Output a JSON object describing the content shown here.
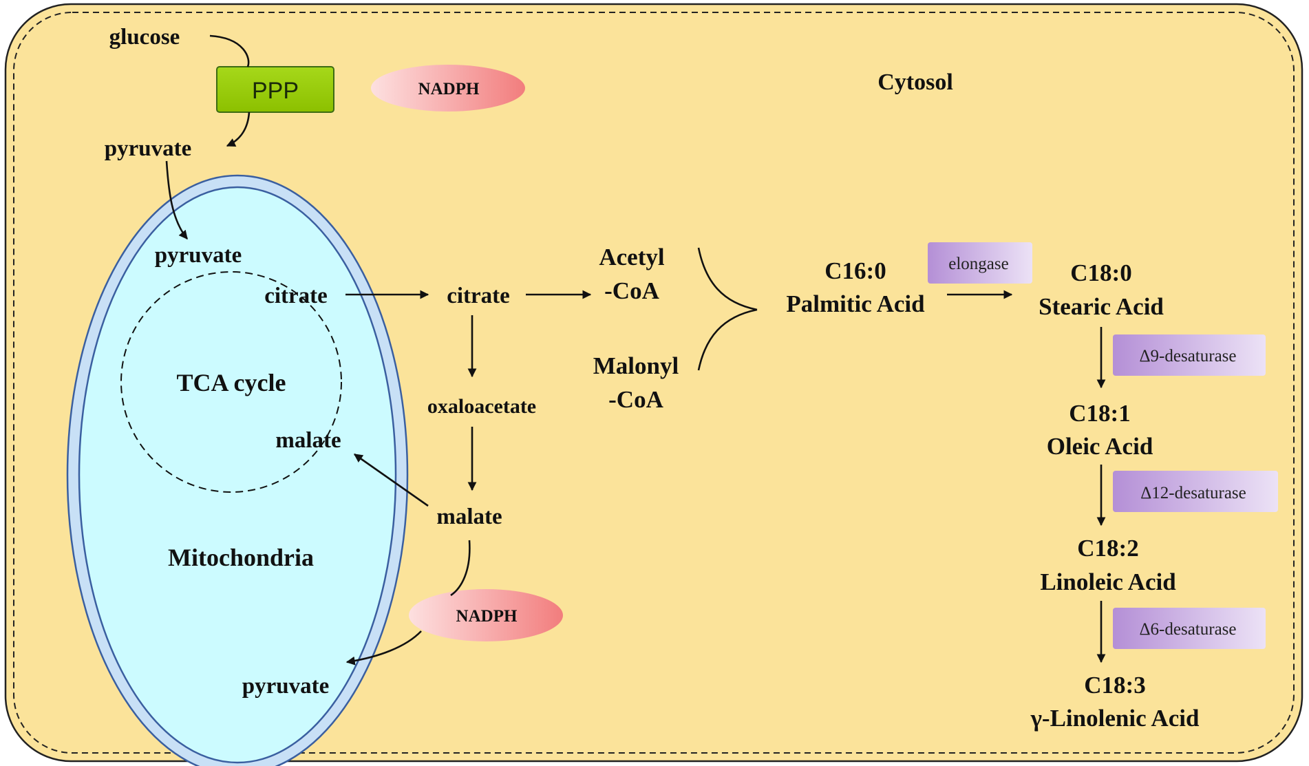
{
  "colors": {
    "cytosol_fill": "#fbe39a",
    "cytosol_border": "#222222",
    "mito_outer_fill": "#c8e0f6",
    "mito_inner_fill": "#ccfbff",
    "mito_border": "#3a5fa0",
    "ppp_fill": "#99cc00",
    "ppp_border": "#3c6b13",
    "nadph_fill": "#f48a8a",
    "enzyme_fill": "#c7a8e3",
    "text": "#111111"
  },
  "compartments": {
    "cytosol": "Cytosol",
    "mitochondria": "Mitochondria",
    "tca": "TCA cycle"
  },
  "ppp": {
    "label": "PPP"
  },
  "nadph_top": "NADPH",
  "nadph_bottom": "NADPH",
  "metabolites": {
    "glucose": "glucose",
    "pyruvate_cyto": "pyruvate",
    "pyruvate_mito": "pyruvate",
    "citrate_mito": "citrate",
    "malate_mito": "malate",
    "citrate_cyto": "citrate",
    "oxaloacetate": "oxaloacetate",
    "malate_cyto": "malate",
    "pyruvate_bottom": "pyruvate",
    "acetyl_line1": "Acetyl",
    "acetyl_line2": "-CoA",
    "malonyl_line1": "Malonyl",
    "malonyl_line2": "-CoA"
  },
  "fatty_acids": [
    {
      "code": "C16:0",
      "name": "Palmitic Acid"
    },
    {
      "code": "C18:0",
      "name": "Stearic Acid"
    },
    {
      "code": "C18:1",
      "name": "Oleic Acid"
    },
    {
      "code": "C18:2",
      "name": "Linoleic Acid"
    },
    {
      "code": "C18:3",
      "name": "γ-Linolenic Acid"
    }
  ],
  "enzymes": {
    "elongase": "elongase",
    "d9": "Δ9-desaturase",
    "d12": "Δ12-desaturase",
    "d6": "Δ6-desaturase"
  }
}
